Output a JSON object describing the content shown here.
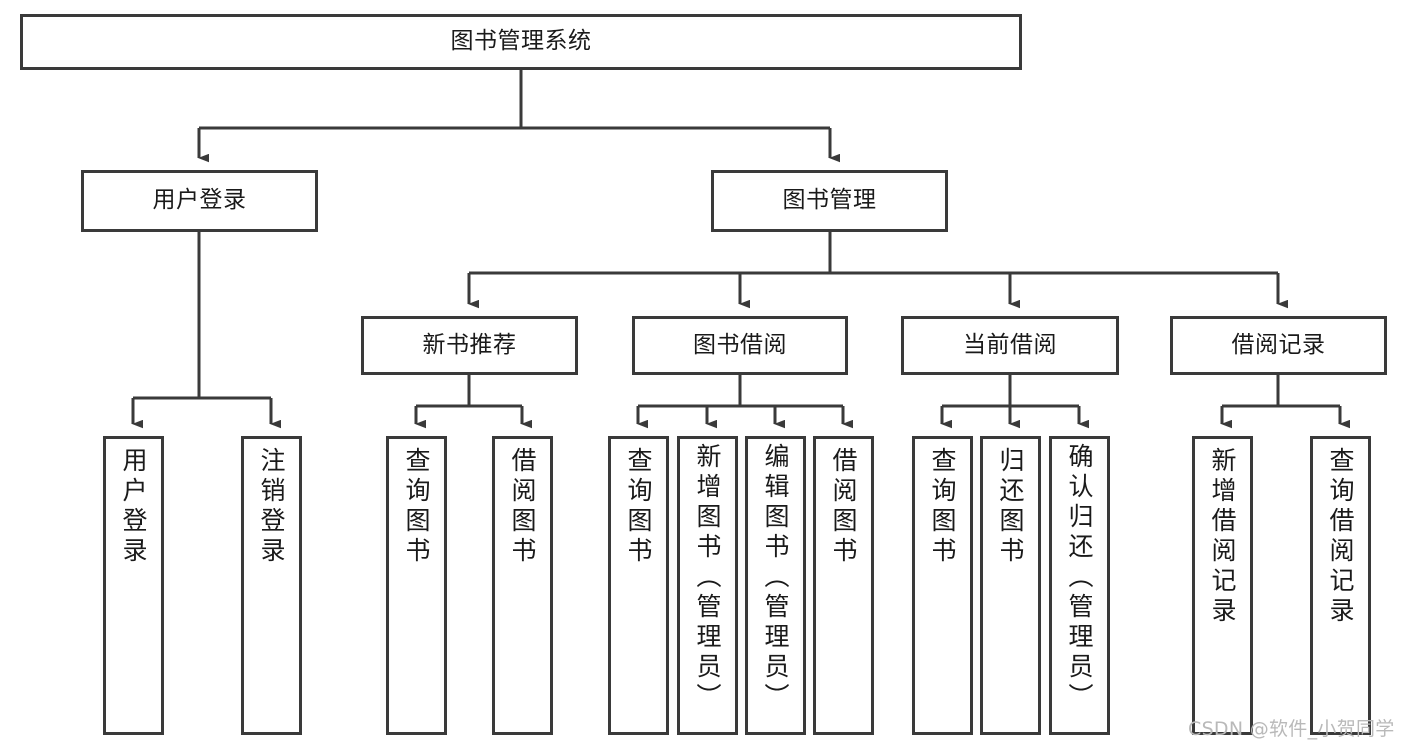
{
  "diagram": {
    "title": "图书管理系统",
    "type": "hierarchy-tree",
    "root": {
      "id": "root",
      "label": "图书管理系统"
    },
    "level2": [
      {
        "id": "user-login",
        "label": "用户登录"
      },
      {
        "id": "book-manage",
        "label": "图书管理"
      }
    ],
    "level3": [
      {
        "id": "new-book-recommend",
        "label": "新书推荐"
      },
      {
        "id": "book-borrow",
        "label": "图书借阅"
      },
      {
        "id": "current-borrow",
        "label": "当前借阅"
      },
      {
        "id": "borrow-record",
        "label": "借阅记录"
      }
    ],
    "leaves": {
      "user_login": [
        {
          "id": "leaf-user-login",
          "label": "用户登录"
        },
        {
          "id": "leaf-logout-login",
          "label": "注销登录"
        }
      ],
      "new_book_recommend": [
        {
          "id": "leaf-query-book-1",
          "label": "查询图书"
        },
        {
          "id": "leaf-borrow-book-1",
          "label": "借阅图书"
        }
      ],
      "book_borrow": [
        {
          "id": "leaf-query-book-2",
          "label": "查询图书"
        },
        {
          "id": "leaf-add-book",
          "label": "新增图书（管理员）"
        },
        {
          "id": "leaf-edit-book",
          "label": "编辑图书（管理员）"
        },
        {
          "id": "leaf-borrow-book-2",
          "label": "借阅图书"
        }
      ],
      "current_borrow": [
        {
          "id": "leaf-query-book-3",
          "label": "查询图书"
        },
        {
          "id": "leaf-return-book",
          "label": "归还图书"
        },
        {
          "id": "leaf-confirm-return",
          "label": "确认归还（管理员）"
        }
      ],
      "borrow_record": [
        {
          "id": "leaf-add-record",
          "label": "新增借阅记录"
        },
        {
          "id": "leaf-query-record",
          "label": "查询借阅记录"
        }
      ]
    }
  },
  "watermark": {
    "text": "CSDN @软件_小贺同学"
  },
  "colors": {
    "border": "#3a3a3a",
    "background": "#ffffff",
    "text": "#1a1a1a",
    "watermark": "#b9b9b9"
  }
}
